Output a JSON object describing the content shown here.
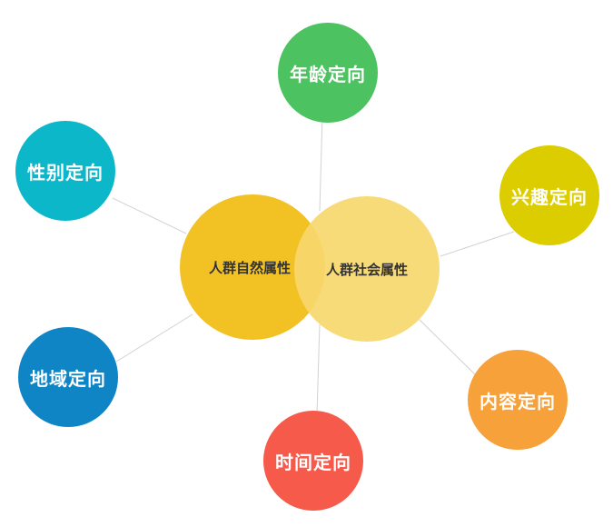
{
  "nodes": {
    "age": {
      "label": "年龄定向",
      "color": "#4cc260"
    },
    "interest": {
      "label": "兴趣定向",
      "color": "#dccd00"
    },
    "content": {
      "label": "内容定向",
      "color": "#f6a13a"
    },
    "time": {
      "label": "时间定向",
      "color": "#f55a4b"
    },
    "region": {
      "label": "地域定向",
      "color": "#0f85c6"
    },
    "gender": {
      "label": "性别定向",
      "color": "#0cb7c9"
    }
  },
  "centers": {
    "natural": {
      "label": "人群自然属性",
      "color": "#f2c124"
    },
    "social": {
      "label": "人群社会属性",
      "color": "#f7d86e"
    }
  },
  "connector_color": "#d2d2d2"
}
